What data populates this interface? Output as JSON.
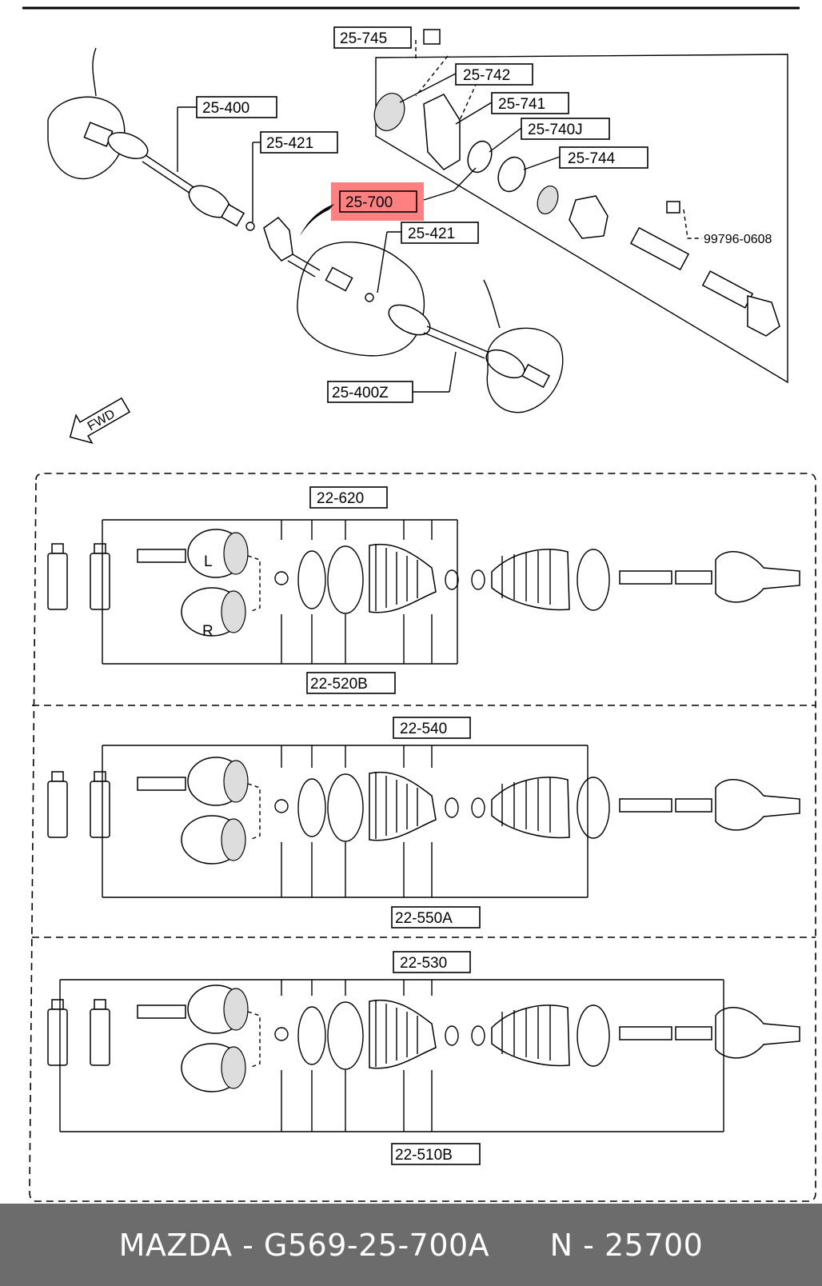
{
  "labels": {
    "c25_745": "25-745",
    "c25_742": "25-742",
    "c25_741": "25-741",
    "c25_740j": "25-740J",
    "c25_744": "25-744",
    "c25_400": "25-400",
    "c25_421a": "25-421",
    "c25_700": "25-700",
    "c25_421b": "25-421",
    "c99796": "99796-0608",
    "c25_400z": "25-400Z",
    "fwd": "FWD",
    "c22_620": "22-620",
    "c22_520b": "22-520B",
    "c22_540": "22-540",
    "c22_550a": "22-550A",
    "c22_530": "22-530",
    "c22_510b": "22-510B",
    "joint_l": "L",
    "joint_r": "R"
  },
  "highlight_color": "#ff8080",
  "footer": {
    "brand_part": "MAZDA - G569-25-700A",
    "ref": "N - 25700"
  }
}
